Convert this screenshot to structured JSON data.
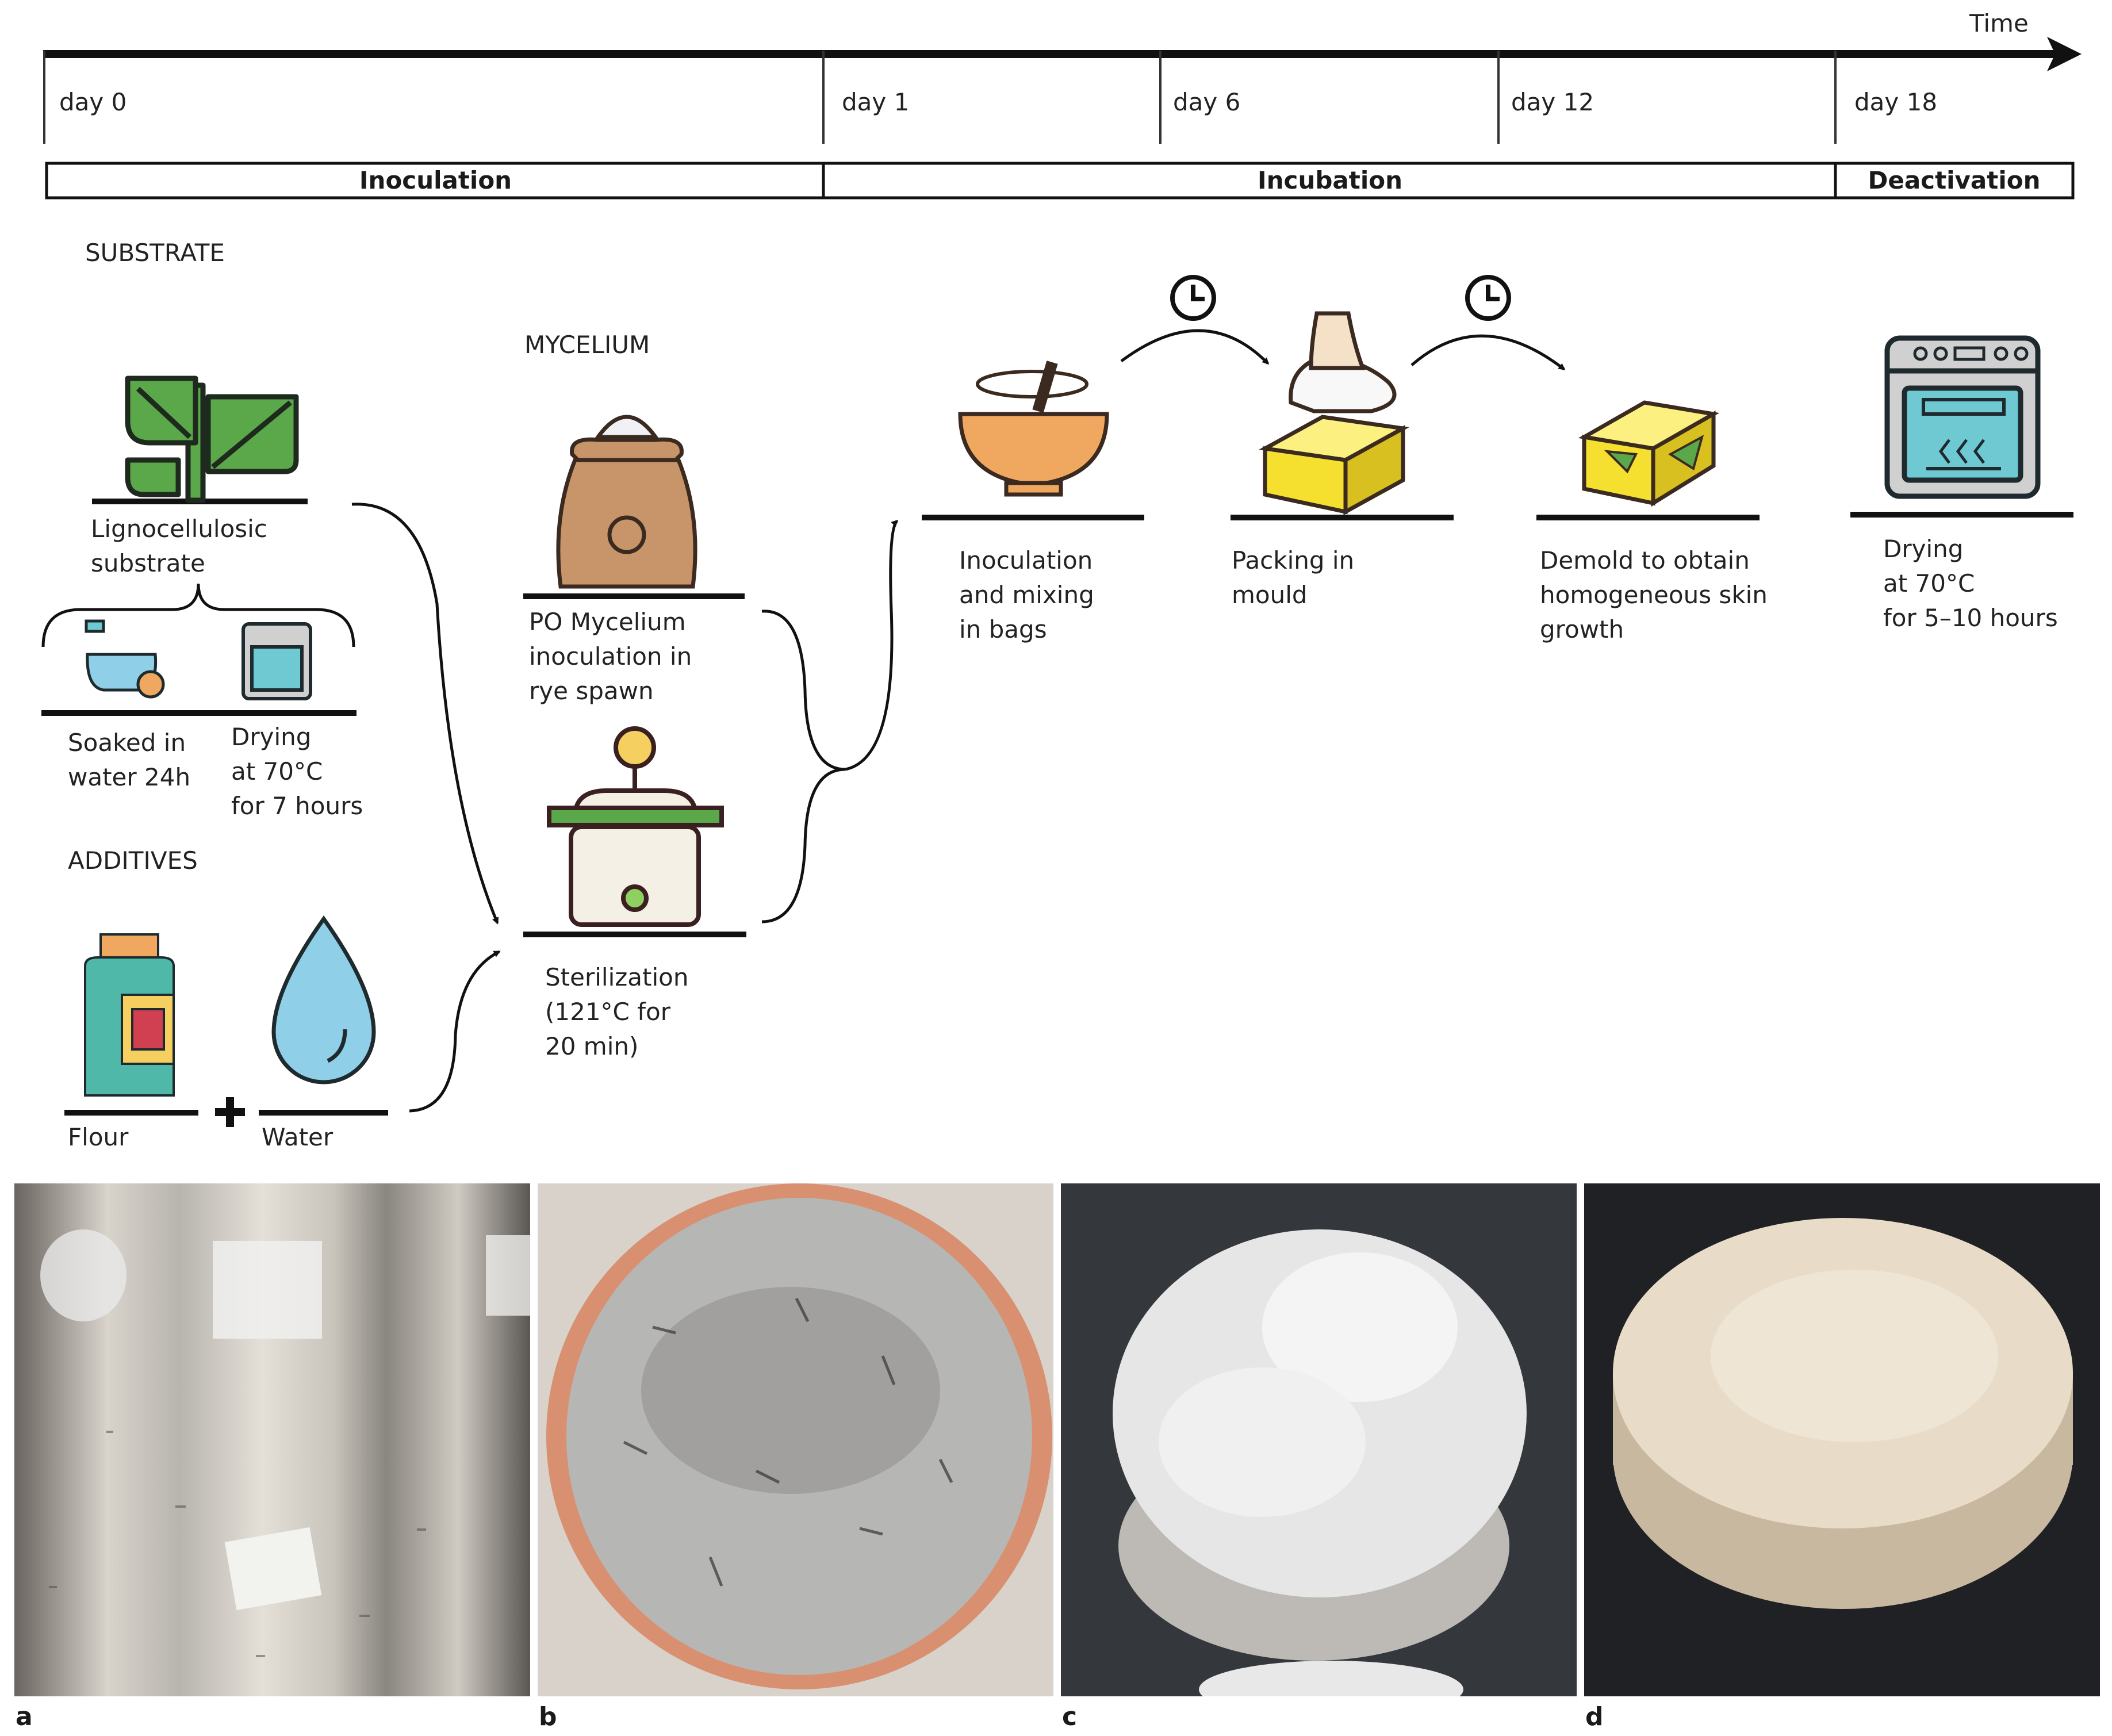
{
  "timeline": {
    "axis_label": "Time",
    "days": [
      "day 0",
      "day 1",
      "day 6",
      "day 12",
      "day 18"
    ],
    "phases": [
      "Inoculation",
      "Incubation",
      "Deactivation"
    ]
  },
  "sections": {
    "substrate": "SUBSTRATE",
    "mycelium": "MYCELIUM",
    "additives": "ADDITIVES"
  },
  "steps": {
    "lignocellulosic": "Lignocellulosic\nsubstrate",
    "soaked": "Soaked in\nwater 24h",
    "drying_substrate": "Drying\nat 70°C\nfor 7 hours",
    "flour": "Flour",
    "water": "Water",
    "mycelium_spawn": "PO Mycelium\ninoculation in\nrye spawn",
    "sterilization": "Sterilization\n(121°C for\n20 min)",
    "inoculation_mixing": "Inoculation\nand mixing\nin bags",
    "packing": "Packing in\nmould",
    "demold": "Demold to obtain\nhomogeneous skin\ngrowth",
    "drying_final": "Drying\nat 70°C\nfor 5–10 hours"
  },
  "photos": [
    "a",
    "b",
    "c",
    "d"
  ],
  "colors": {
    "leaf_green": "#5aa84a",
    "bowl_orange": "#f0a860",
    "mould_yellow": "#f5e030",
    "oven_teal": "#6ec9d2",
    "bag_brown": "#c8956a",
    "flour_bottle": "#4fb8a8",
    "water_drop": "#8fd0e8"
  }
}
